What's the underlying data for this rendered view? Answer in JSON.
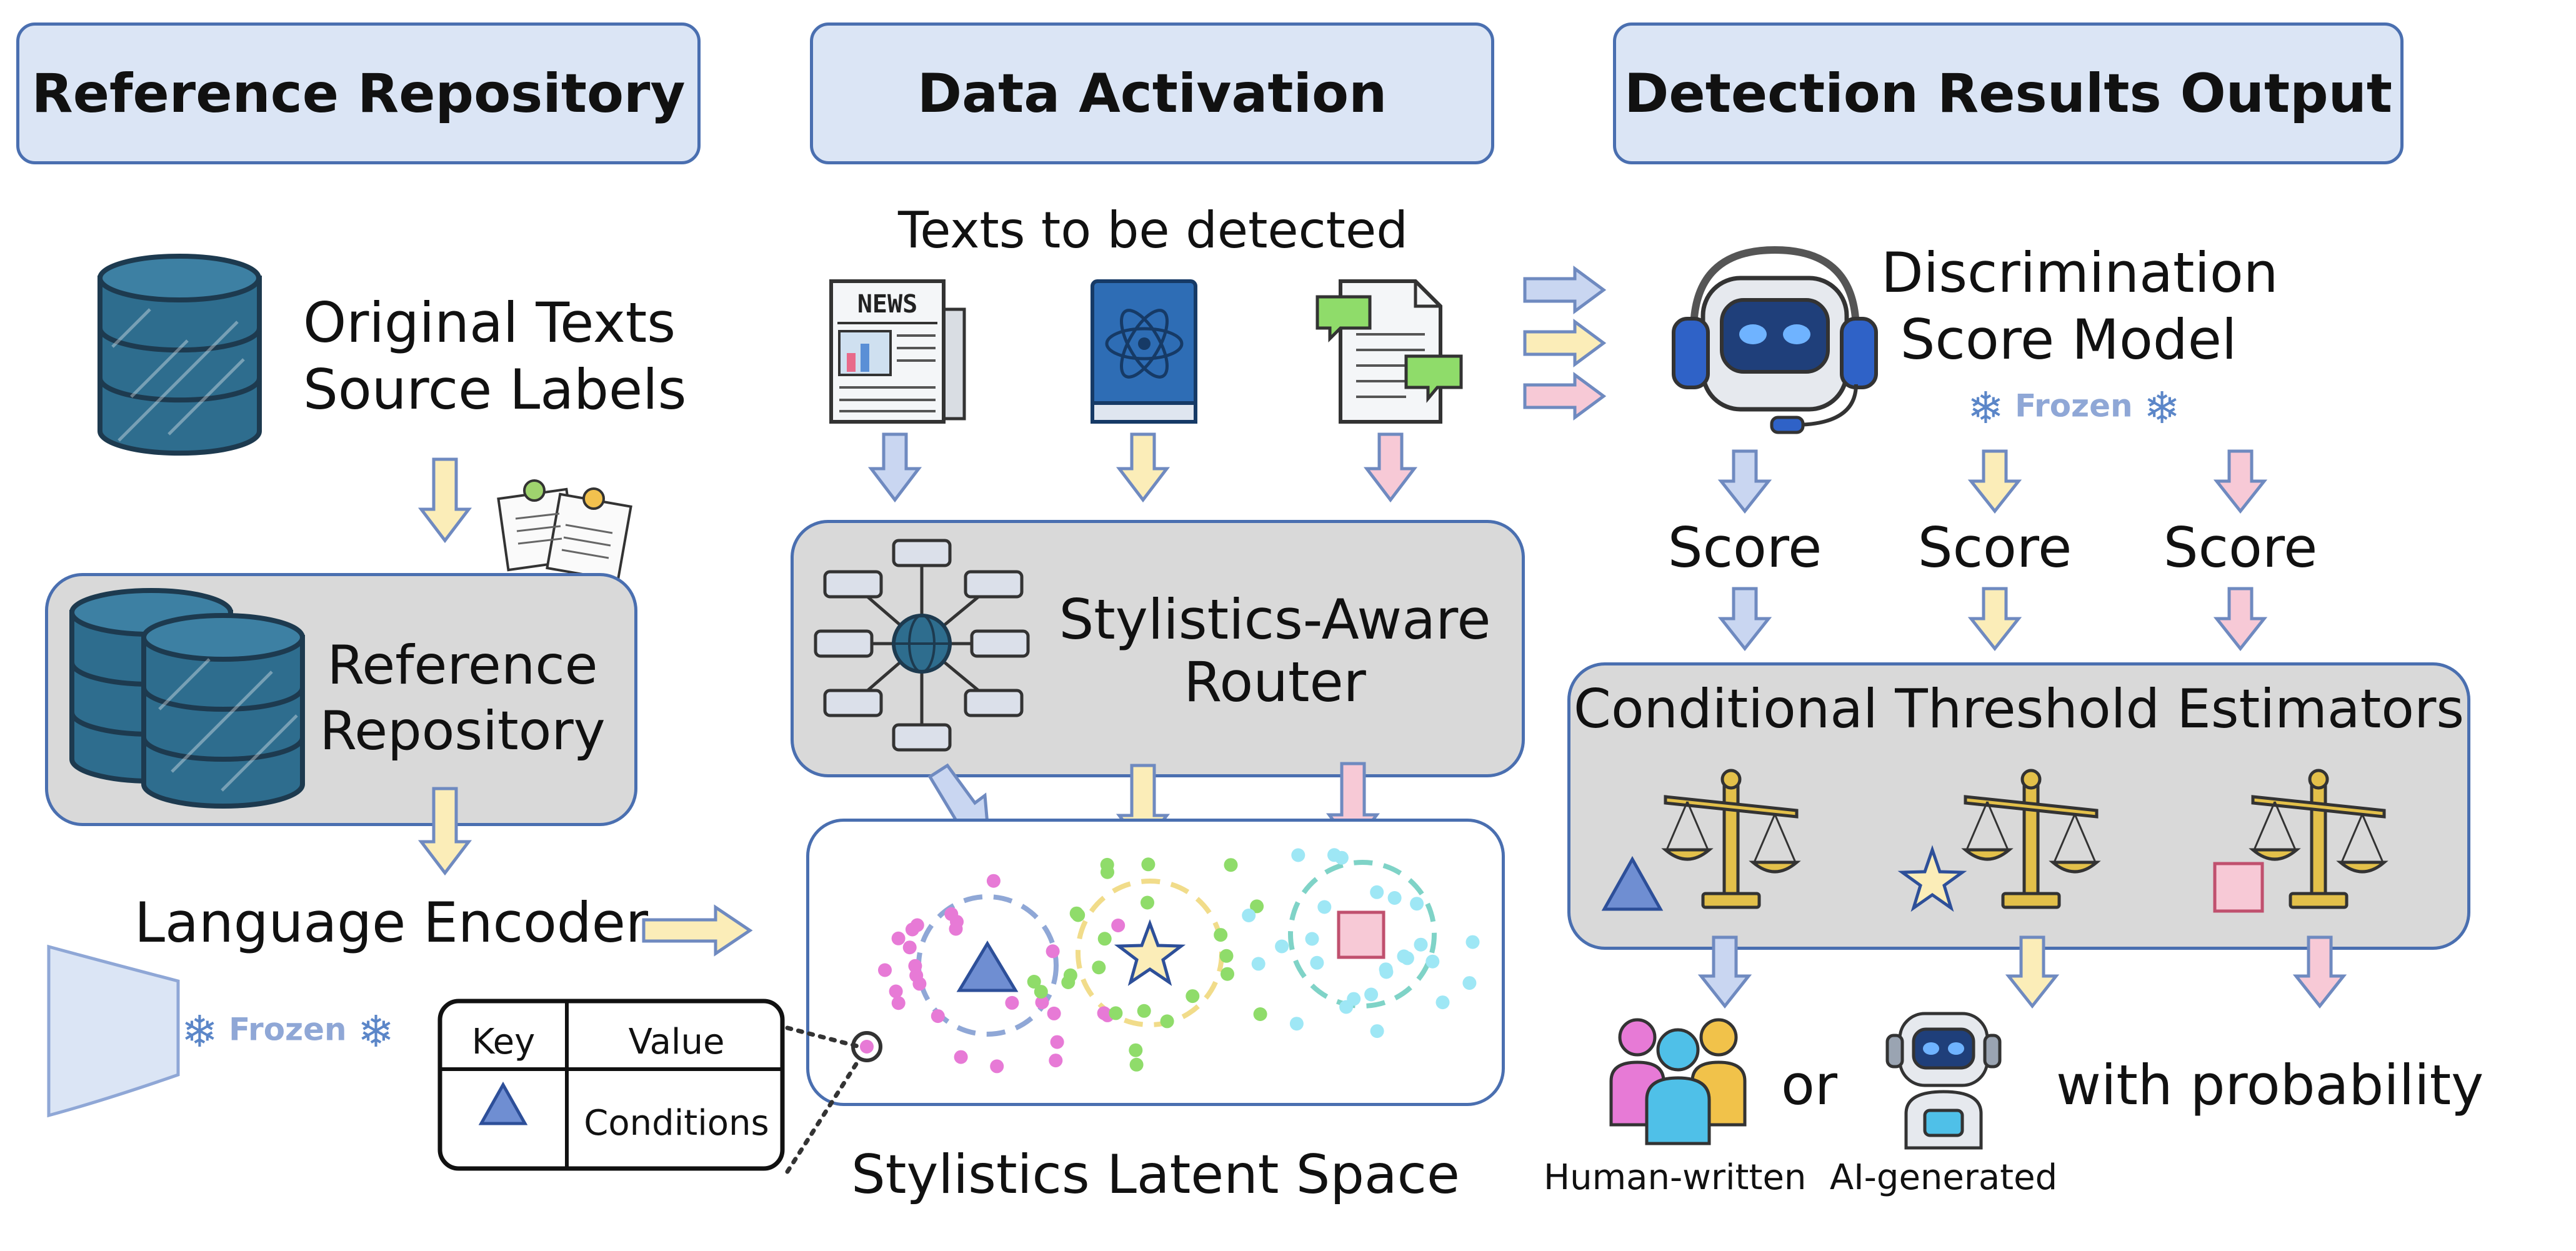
{
  "headers": {
    "reference_repository": "Reference Repository",
    "data_activation": "Data Activation",
    "detection_results_output": "Detection Results Output"
  },
  "left": {
    "original_texts": "Original Texts",
    "source_labels": "Source Labels",
    "repo_line1": "Reference",
    "repo_line2": "Repository",
    "language_encoder": "Language Encoder",
    "frozen": "Frozen"
  },
  "middle": {
    "texts_to_be_detected": "Texts to be detected",
    "news_label": "NEWS",
    "router_line1": "Stylistics-Aware",
    "router_line2": "Router",
    "latent_space": "Stylistics Latent Space"
  },
  "key_value": {
    "key": "Key",
    "value": "Value",
    "conditions": "Conditions"
  },
  "right": {
    "model_line1": "Discrimination",
    "model_line2": "Score Model",
    "frozen": "Frozen",
    "scores": [
      "Score",
      "Score",
      "Score"
    ],
    "estimators": "Conditional Threshold Estimators",
    "or": "or",
    "with_probability": "with probability",
    "human_written": "Human-written",
    "ai_generated": "AI-generated"
  },
  "colors": {
    "header_fill": "#dbe5f5",
    "border_blue": "#4a6fb0",
    "panel_gray": "#d9d9d9",
    "arrow_blue": "#c9d6f1",
    "arrow_yellow": "#fbedb8",
    "arrow_pink": "#f7c9d6",
    "db_teal": "#2e6d8e",
    "cluster_blue": "#8fa7d6",
    "cluster_yellow": "#f1dc8a",
    "cluster_teal": "#7fd3c7",
    "dot_magenta": "#e77ad6",
    "dot_green": "#8fdc6a",
    "dot_cyan": "#9ee7f5"
  }
}
